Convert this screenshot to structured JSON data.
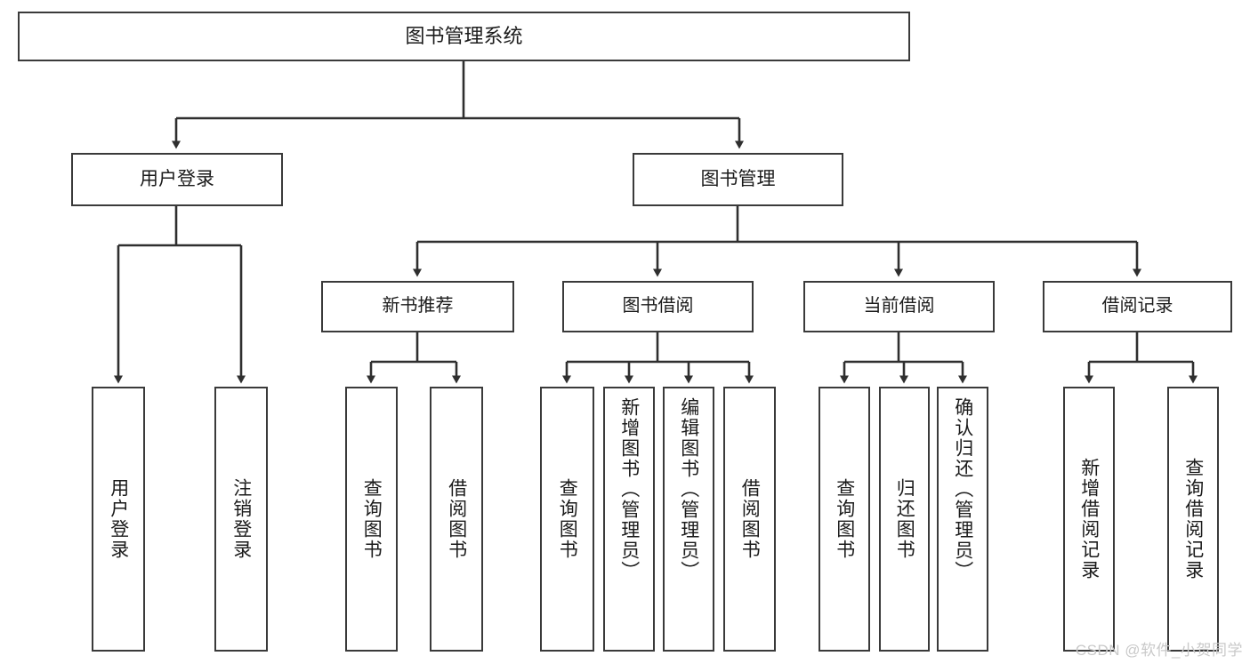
{
  "diagram": {
    "type": "tree",
    "title": "图书管理系统",
    "watermark": "CSDN @软件_小贺同学",
    "colors": {
      "border": "#3a3a3a",
      "background": "#ffffff",
      "text": "#1b1b1b",
      "watermark": "#c9c9c9"
    },
    "nodes": {
      "root": {
        "label": "图书管理系统"
      },
      "level1": [
        {
          "id": "user-login",
          "label": "用户登录"
        },
        {
          "id": "book-manage",
          "label": "图书管理"
        }
      ],
      "level2": [
        {
          "id": "new-book-recommend",
          "label": "新书推荐"
        },
        {
          "id": "book-borrow",
          "label": "图书借阅"
        },
        {
          "id": "current-borrow",
          "label": "当前借阅"
        },
        {
          "id": "borrow-record",
          "label": "借阅记录"
        }
      ],
      "leaves": {
        "user-login": [
          {
            "id": "leaf-user-login",
            "label": "用户登录"
          },
          {
            "id": "leaf-logout-login",
            "label": "注销登录"
          }
        ],
        "new-book-recommend": [
          {
            "id": "leaf-query-book-1",
            "label": "查询图书"
          },
          {
            "id": "leaf-borrow-book-1",
            "label": "借阅图书"
          }
        ],
        "book-borrow": [
          {
            "id": "leaf-query-book-2",
            "label": "查询图书"
          },
          {
            "id": "leaf-add-book",
            "label": "新增图书（管理员）"
          },
          {
            "id": "leaf-edit-book",
            "label": "编辑图书（管理员）"
          },
          {
            "id": "leaf-borrow-book-2",
            "label": "借阅图书"
          }
        ],
        "current-borrow": [
          {
            "id": "leaf-query-book-3",
            "label": "查询图书"
          },
          {
            "id": "leaf-return-book",
            "label": "归还图书"
          },
          {
            "id": "leaf-confirm-return",
            "label": "确认归还（管理员）"
          }
        ],
        "borrow-record": [
          {
            "id": "leaf-add-record",
            "label": "新增借阅记录"
          },
          {
            "id": "leaf-query-record",
            "label": "查询借阅记录"
          }
        ]
      }
    }
  }
}
